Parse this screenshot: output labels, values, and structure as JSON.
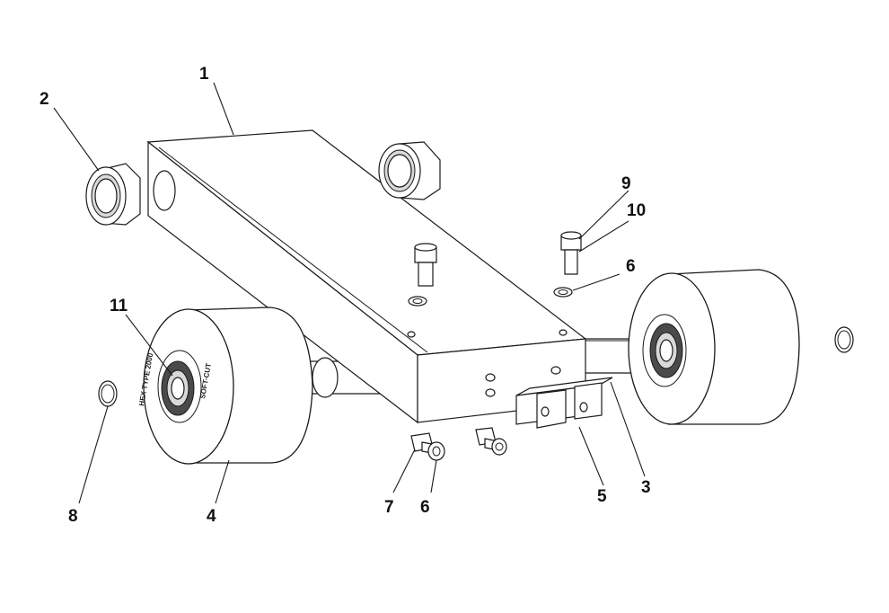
{
  "callouts": [
    {
      "id": "1",
      "label": "1"
    },
    {
      "id": "2",
      "label": "2"
    },
    {
      "id": "3",
      "label": "3"
    },
    {
      "id": "4",
      "label": "4"
    },
    {
      "id": "5",
      "label": "5"
    },
    {
      "id": "6a",
      "label": "6"
    },
    {
      "id": "6b",
      "label": "6"
    },
    {
      "id": "7",
      "label": "7"
    },
    {
      "id": "8",
      "label": "8"
    },
    {
      "id": "9",
      "label": "9"
    },
    {
      "id": "10",
      "label": "10"
    },
    {
      "id": "11",
      "label": "11"
    }
  ],
  "wheel_text": {
    "brand": "SOFT-CUT",
    "rim_text": "HEX TYPE 2000"
  }
}
